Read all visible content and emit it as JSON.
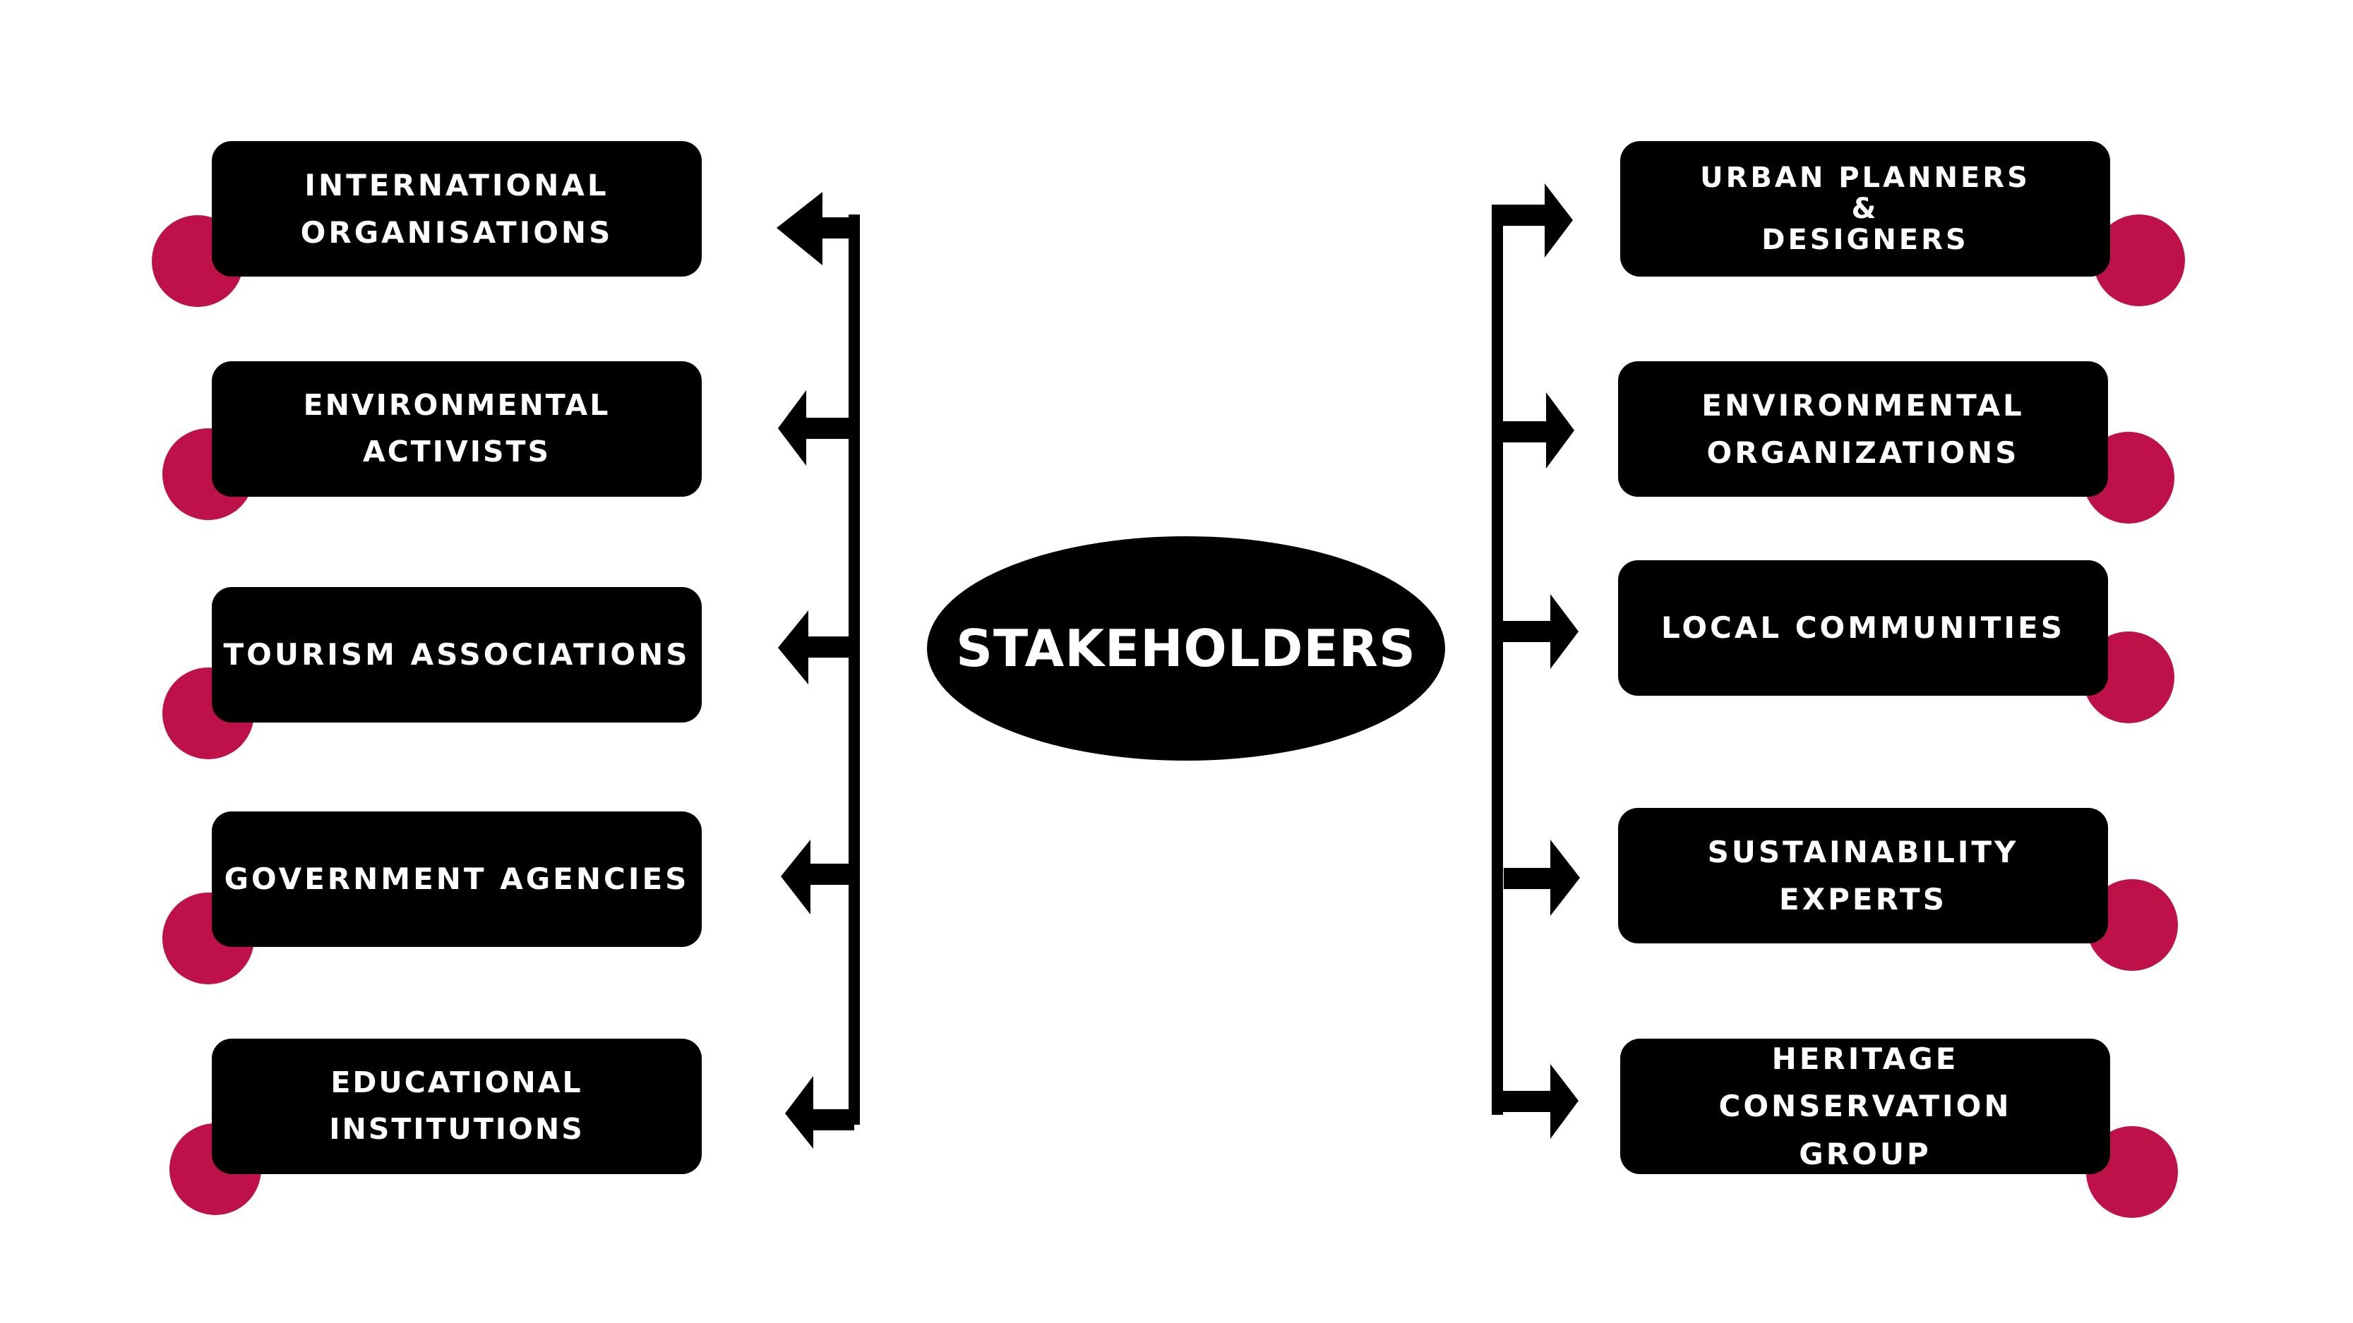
{
  "diagram": {
    "center": {
      "label": "STAKEHOLDERS"
    },
    "left": [
      {
        "id": "international",
        "label": "INTERNATIONAL\nORGANISATIONS"
      },
      {
        "id": "env-activists",
        "label": "ENVIRONMENTAL ACTIVISTS"
      },
      {
        "id": "tourism",
        "label": "TOURISM ASSOCIATIONS"
      },
      {
        "id": "government",
        "label": "GOVERNMENT AGENCIES"
      },
      {
        "id": "educational",
        "label": "EDUCATIONAL INSTITUTIONS"
      }
    ],
    "right": [
      {
        "id": "urban",
        "label": "URBAN PLANNERS\n&\nDESIGNERS"
      },
      {
        "id": "env-orgs",
        "label": "ENVIRONMENTAL\nORGANIZATIONS"
      },
      {
        "id": "local",
        "label": "LOCAL COMMUNITIES"
      },
      {
        "id": "sustainability",
        "label": "SUSTAINABILITY  EXPERTS"
      },
      {
        "id": "heritage",
        "label": "HERITAGE CONSERVATION\nGROUP"
      }
    ]
  },
  "colors": {
    "box": "#000000",
    "text": "#ffffff",
    "accent_dot": "#be1149",
    "background": "#ffffff"
  }
}
